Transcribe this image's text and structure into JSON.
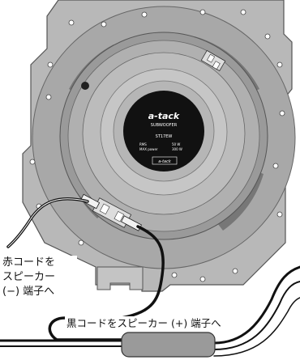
{
  "speaker": {
    "brand_logo": "a-tack",
    "product_line": "SUBWOOFER",
    "model": "ST17EW",
    "specs": {
      "rms_label": "RMS",
      "max_label": "MAX power",
      "rms_value": "50 W",
      "max_value": "300 W"
    },
    "badge_logo": "a-tack"
  },
  "labels": {
    "red_cord": [
      "赤コードを",
      "スピーカー",
      "(−) 端子へ"
    ],
    "black_cord": "黒コードをスピーカー (+) 端子へ"
  },
  "colors": {
    "frame": "#b8b8b8",
    "frame_dark": "#8f8f8f",
    "rim": "#a0a0a0",
    "cone": "#bcbcbc",
    "dust_cap": "#111111",
    "cable": "#111111",
    "label_bg": "#ffffff"
  },
  "icons": [
    "screw-hole-icon",
    "terminal-connector-icon",
    "plug-connector-icon"
  ]
}
